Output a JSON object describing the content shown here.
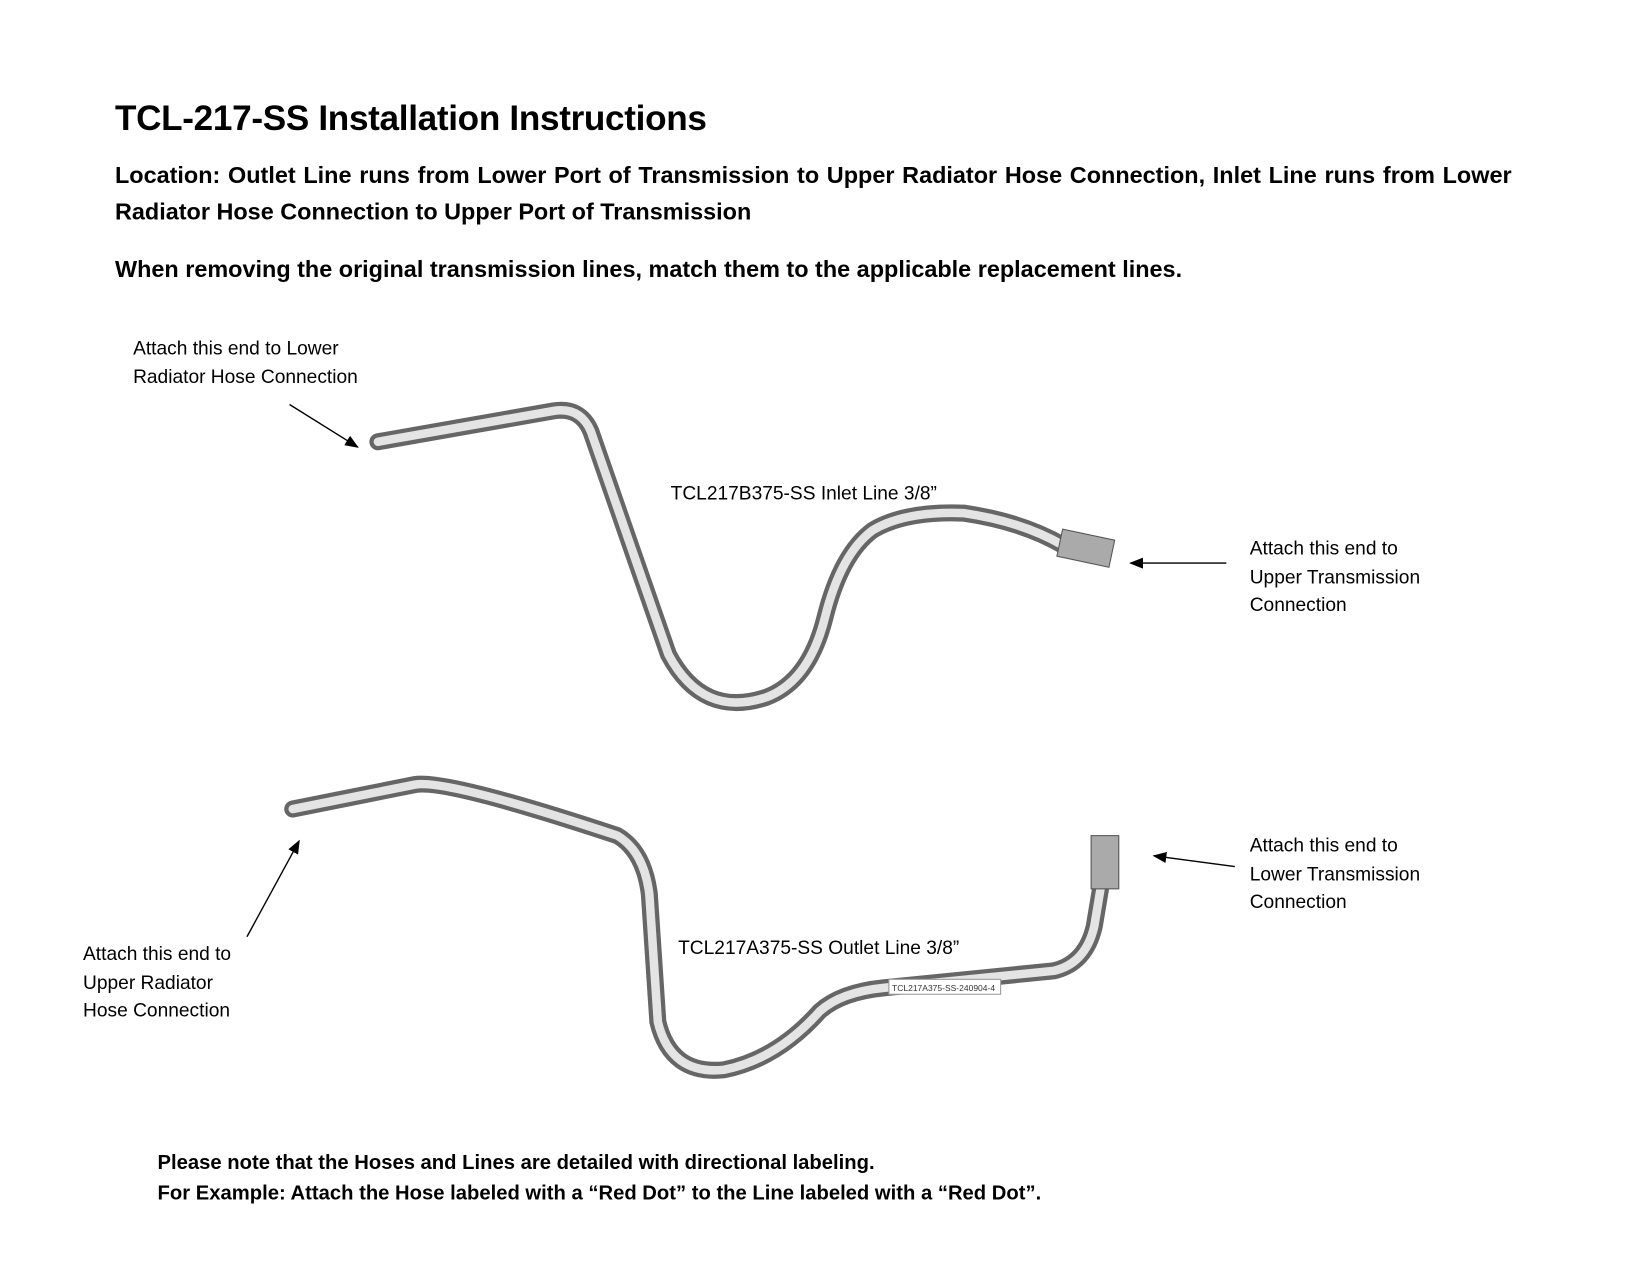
{
  "title": "TCL-217-SS Installation Instructions",
  "location": "Location: Outlet Line runs from Lower Port of Transmission to Upper Radiator Hose Connection, Inlet Line runs from Lower Radiator Hose Connection to Upper Port of Transmission",
  "note": "When removing the original transmission lines, match them to the applicable replacement lines.",
  "inlet": {
    "name": "TCL217B375-SS Inlet Line 3/8”",
    "left_label": [
      "Attach this end to Lower",
      "Radiator Hose Connection"
    ],
    "right_label": [
      "Attach this end to",
      "Upper Transmission",
      "Connection"
    ]
  },
  "outlet": {
    "name": "TCL217A375-SS Outlet Line 3/8”",
    "left_label": [
      "Attach this end to",
      "Upper Radiator",
      "Hose Connection"
    ],
    "right_label": [
      "Attach this end to",
      "Lower Transmission",
      "Connection"
    ],
    "tag": "TCL217A375-SS-240904-4"
  },
  "footer": [
    "Please note that the Hoses and Lines are detailed with directional labeling.",
    "For Example: Attach the Hose labeled with a “Red Dot” to the Line labeled with a “Red Dot”."
  ]
}
